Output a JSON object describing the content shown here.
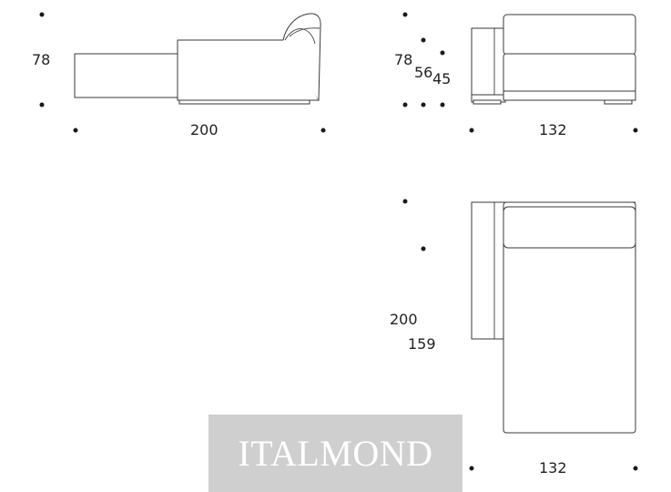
{
  "side_view": {
    "height_label": "78",
    "width_label": "200"
  },
  "front_view": {
    "height_label": "78",
    "seat_height_label": "56",
    "arm_height_label": "45",
    "width_label": "132"
  },
  "top_view": {
    "length_label": "200",
    "seat_length_label": "159",
    "width_label": "132"
  },
  "watermark": {
    "text": "ITALMOND"
  },
  "colors": {
    "line": "#3a3a3a",
    "dot": "#1a1a1a",
    "watermark_bg": "#cfcfcf",
    "watermark_text": "#ffffff"
  }
}
